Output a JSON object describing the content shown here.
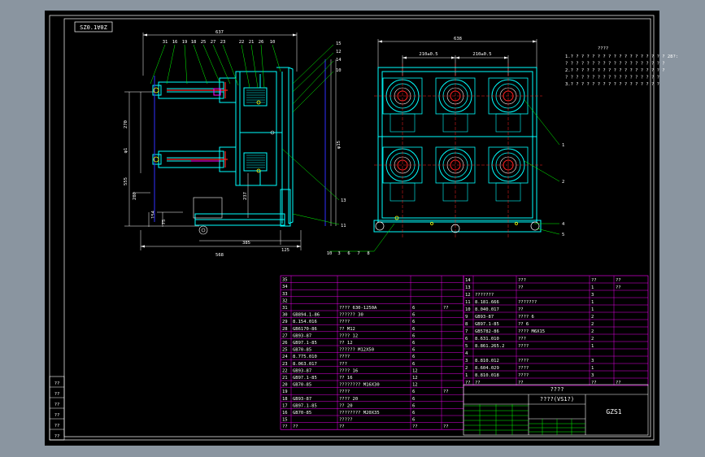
{
  "drawing": {
    "stamp_top": "SZ0.1∀0Z",
    "drawing_number": "GZS1",
    "title_line1": "????",
    "title_line2": "????(VS1?)",
    "notes_heading": "????",
    "notes": [
      "1.? ? ? ? ? ? ? ? ? ? ? ? ? ? ? ? ? ? 28?:",
      "? ? ? ? ? ? ? ? ? ? ? ? ? ? ? ? ? ? ?",
      "2.? ? ? ? ? ? ? ? ? ? ? ? ? ? ? ? ? ?",
      "? ? ? ? ? ? ? ? ? ? ? ? ? ? ? ? ? ?",
      "3.? ? ? ? ? ? ? ? ? ? ? ? ? ? ? ? ?"
    ],
    "left_dims": {
      "top_width": "637",
      "h270": "270",
      "h_phi1": "φ1",
      "h555": "555",
      "h280": "280",
      "h154": "154",
      "h75": "75",
      "w385": "385",
      "w125": "125",
      "w568": "568",
      "v237": "237",
      "v_phi15": "φ15"
    },
    "left_top_labels": [
      "31",
      "16",
      "19",
      "18",
      "25",
      "27",
      "23",
      "22",
      "21",
      "26",
      "10"
    ],
    "left_right_labels": [
      "15",
      "12",
      "14",
      "10"
    ],
    "left_mid_label": "13",
    "left_small_label": "11",
    "right_dims": {
      "w638": "638",
      "w210a": "210±0.5",
      "w210b": "210±0.5"
    },
    "right_bottom_labels": [
      "10",
      "3",
      "6",
      "7",
      "8"
    ],
    "right_side_labels": [
      "1",
      "2",
      "4",
      "5"
    ]
  },
  "bom_left": {
    "rows": [
      {
        "no": "35",
        "code": "",
        "name": "",
        "qty": "",
        "note": ""
      },
      {
        "no": "34",
        "code": "",
        "name": "",
        "qty": "",
        "note": ""
      },
      {
        "no": "33",
        "code": "",
        "name": "",
        "qty": "",
        "note": ""
      },
      {
        "no": "32",
        "code": "",
        "name": "",
        "qty": "",
        "note": ""
      },
      {
        "no": "31",
        "code": "",
        "name": "???? 630-1250A",
        "qty": "6",
        "note": "??"
      },
      {
        "no": "30",
        "code": "GB894.1-86",
        "name": "?????? 30",
        "qty": "6",
        "note": ""
      },
      {
        "no": "29",
        "code": "8.154.016",
        "name": "????",
        "qty": "6",
        "note": ""
      },
      {
        "no": "28",
        "code": "GB6170-86",
        "name": "?? M12",
        "qty": "6",
        "note": ""
      },
      {
        "no": "27",
        "code": "GB93-87",
        "name": "???? 12",
        "qty": "6",
        "note": ""
      },
      {
        "no": "26",
        "code": "GB97.1-85",
        "name": "?? 12",
        "qty": "6",
        "note": ""
      },
      {
        "no": "25",
        "code": "GB70-85",
        "name": "?????? M12X50",
        "qty": "6",
        "note": ""
      },
      {
        "no": "24",
        "code": "8.775.010",
        "name": "????",
        "qty": "6",
        "note": ""
      },
      {
        "no": "23",
        "code": "8.063.017",
        "name": "???",
        "qty": "6",
        "note": ""
      },
      {
        "no": "22",
        "code": "GB93-87",
        "name": "???? 16",
        "qty": "12",
        "note": ""
      },
      {
        "no": "21",
        "code": "GB97.1-85",
        "name": "?? 16",
        "qty": "12",
        "note": ""
      },
      {
        "no": "20",
        "code": "GB70-85",
        "name": "???????? M16X30",
        "qty": "12",
        "note": ""
      },
      {
        "no": "19",
        "code": "",
        "name": "????",
        "qty": "6",
        "note": "??"
      },
      {
        "no": "18",
        "code": "GB93-87",
        "name": "???? 20",
        "qty": "6",
        "note": ""
      },
      {
        "no": "17",
        "code": "GB97.1-85",
        "name": "?? 20",
        "qty": "6",
        "note": ""
      },
      {
        "no": "16",
        "code": "GB70-85",
        "name": "???????? M20X35",
        "qty": "6",
        "note": ""
      },
      {
        "no": "15",
        "code": "",
        "name": "?????",
        "qty": "6",
        "note": ""
      },
      {
        "no": "??",
        "code": "??",
        "name": "??",
        "qty": "??",
        "note": "??"
      }
    ]
  },
  "bom_right": {
    "rows": [
      {
        "no": "14",
        "code": "",
        "name": "???",
        "qty": "??",
        "note": "??"
      },
      {
        "no": "13",
        "code": "",
        "name": "??",
        "qty": "1",
        "note": "??"
      },
      {
        "no": "12",
        "code": "???????",
        "name": "",
        "qty": "3",
        "note": ""
      },
      {
        "no": "11",
        "code": "8.181.666",
        "name": "???????",
        "qty": "1",
        "note": ""
      },
      {
        "no": "10",
        "code": "8.040.017",
        "name": "??",
        "qty": "1",
        "note": ""
      },
      {
        "no": "9",
        "code": "GB93-87",
        "name": "???? 6",
        "qty": "2",
        "note": ""
      },
      {
        "no": "8",
        "code": "GB97.1-85",
        "name": "?? 6",
        "qty": "2",
        "note": ""
      },
      {
        "no": "7",
        "code": "GB5782-86",
        "name": "???? M6X15",
        "qty": "2",
        "note": ""
      },
      {
        "no": "6",
        "code": "8.631.010",
        "name": "???",
        "qty": "2",
        "note": ""
      },
      {
        "no": "5",
        "code": "8.861.265.2",
        "name": "????",
        "qty": "1",
        "note": ""
      },
      {
        "no": "4",
        "code": "",
        "name": "",
        "qty": "",
        "note": ""
      },
      {
        "no": "3",
        "code": "8.810.012",
        "name": "????",
        "qty": "3",
        "note": ""
      },
      {
        "no": "2",
        "code": "8.604.029",
        "name": "????",
        "qty": "1",
        "note": ""
      },
      {
        "no": "1",
        "code": "8.810.018",
        "name": "????",
        "qty": "3",
        "note": ""
      },
      {
        "no": "??",
        "code": "??",
        "name": "??",
        "qty": "??",
        "note": "??"
      }
    ]
  },
  "left_strip_labels": [
    "??",
    "??",
    "??",
    "??",
    "??",
    "??"
  ],
  "colors": {
    "frame": "#ffffff",
    "cyan": "#00ffff",
    "magenta": "#ff00ff",
    "red": "#ff2020",
    "yellow": "#ffff00",
    "green": "#00ff00",
    "blue": "#3030ff",
    "white": "#ffffff",
    "background": "#000000",
    "outer": "#8a95a0"
  }
}
